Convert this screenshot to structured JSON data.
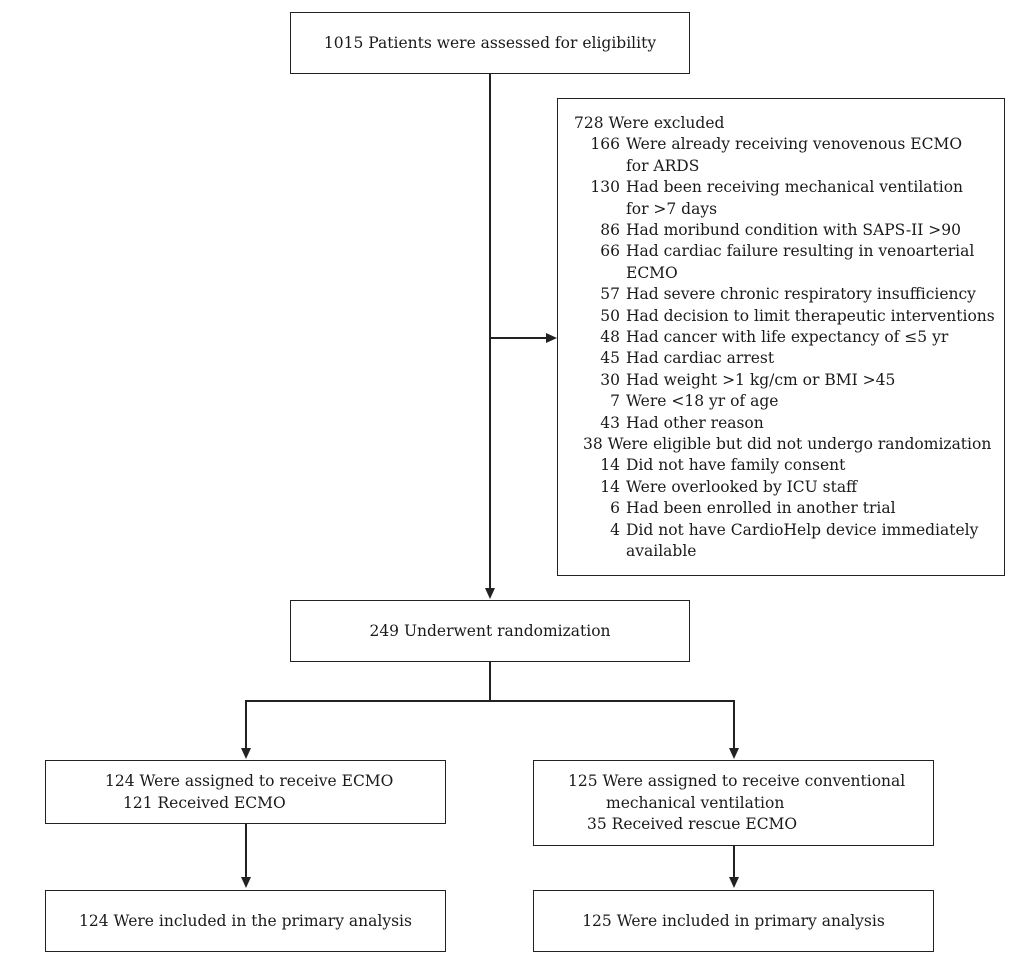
{
  "assessed": "1015 Patients were assessed for eligibility",
  "excluded": {
    "title": "728 Were excluded",
    "reasons": [
      {
        "n": "166",
        "text": "Were already receiving venovenous ECMO",
        "cont": "for ARDS"
      },
      {
        "n": "130",
        "text": "Had been receiving mechanical ventilation",
        "cont": "for >7 days"
      },
      {
        "n": "86",
        "text": "Had moribund condition with SAPS-II >90"
      },
      {
        "n": "66",
        "text": "Had cardiac failure resulting in venoarterial",
        "cont": "ECMO"
      },
      {
        "n": "57",
        "text": "Had severe chronic respiratory insufficiency"
      },
      {
        "n": "50",
        "text": "Had decision to limit therapeutic interventions"
      },
      {
        "n": "48",
        "text": "Had cancer with life expectancy of ≤5 yr"
      },
      {
        "n": "45",
        "text": "Had cardiac arrest"
      },
      {
        "n": "30",
        "text": "Had weight >1 kg/cm or BMI >45"
      },
      {
        "n": "7",
        "text": "Were <18 yr of age"
      },
      {
        "n": "43",
        "text": "Had other reason"
      }
    ],
    "not_randomized_title": "38 Were eligible but did not undergo randomization",
    "not_randomized": [
      {
        "n": "14",
        "text": "Did not have family consent"
      },
      {
        "n": "14",
        "text": "Were overlooked by ICU staff"
      },
      {
        "n": "6",
        "text": "Had been enrolled in another trial"
      },
      {
        "n": "4",
        "text": "Did not have CardioHelp device immediately",
        "cont": "available"
      }
    ]
  },
  "randomized": "249 Underwent randomization",
  "ecmo_arm": {
    "line1": "124 Were assigned to receive ECMO",
    "line2": "121 Received ECMO",
    "analysis": "124 Were included in the primary analysis"
  },
  "control_arm": {
    "line1": "125 Were assigned to receive conventional",
    "line1b": "mechanical ventilation",
    "line2": "35 Received rescue ECMO",
    "analysis": "125 Were included in primary analysis"
  }
}
